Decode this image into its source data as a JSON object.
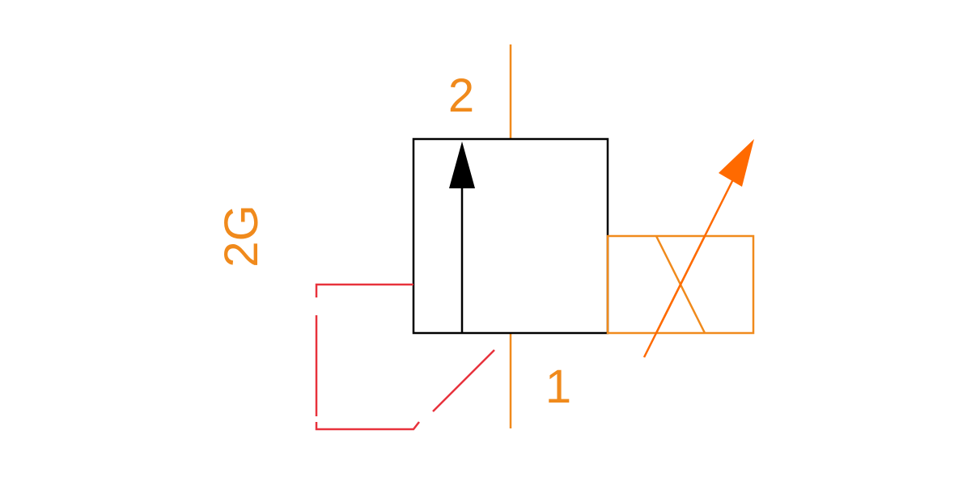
{
  "diagram": {
    "port_top_label": "2",
    "port_bottom_label": "1",
    "valve_code_label": "2G",
    "colors": {
      "background": "#ffffff",
      "valve_outline": "#000000",
      "port_lines": "#f08a1c",
      "labels": "#f08a1c",
      "solenoid": "#f08a1c",
      "variable_arrow": "#ff6a00",
      "pilot_line": "#e8323c",
      "flow_arrow": "#000000"
    }
  }
}
